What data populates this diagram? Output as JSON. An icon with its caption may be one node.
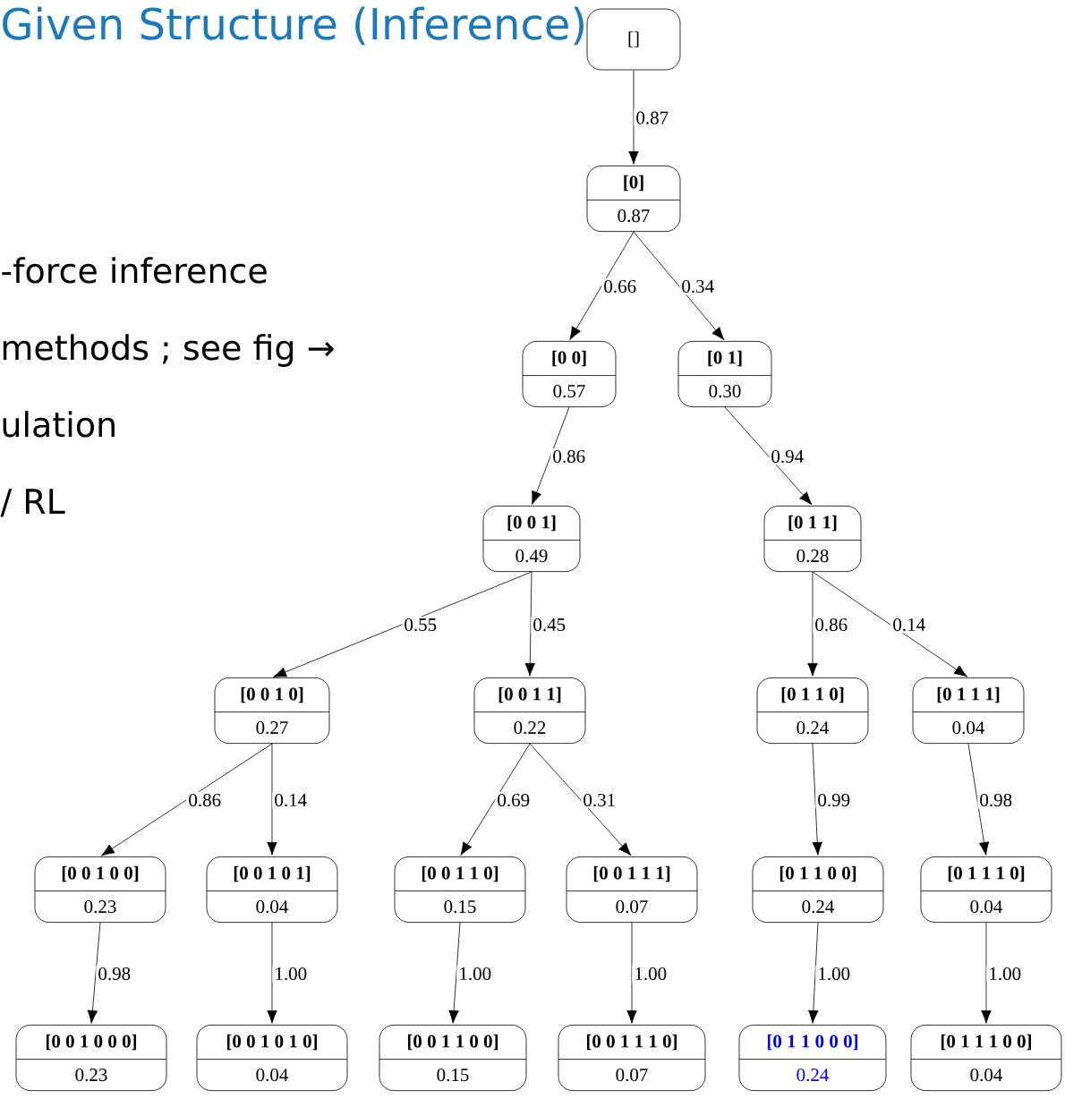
{
  "diagram": {
    "title": "Given Structure (Inference)",
    "nodes": [
      {
        "text": [
          "[]"
        ]
      },
      {
        "text": [
          "[0]",
          "0.87"
        ]
      },
      {
        "text": [
          "[0 0]",
          "0.57"
        ]
      },
      {
        "text": [
          "[0 1]",
          "0.30"
        ]
      },
      {
        "text": [
          "[0 0 1]",
          "0.49"
        ]
      },
      {
        "text": [
          "[0 1 1]",
          "0.28"
        ]
      },
      {
        "text": [
          "[0 0 1 0]",
          "0.27"
        ]
      },
      {
        "text": [
          "[0 0 1 1]",
          "0.22"
        ]
      },
      {
        "text": [
          "[0 1 1 0]",
          "0.24"
        ]
      },
      {
        "text": [
          "[0 1 1 1]",
          "0.04"
        ]
      },
      {
        "text": [
          "[0 0 1 0 0]",
          "0.23"
        ]
      },
      {
        "text": [
          "[0 0 1 0 1]",
          "0.04"
        ]
      },
      {
        "text": [
          "[0 0 1 1 0]",
          "0.15"
        ]
      },
      {
        "text": [
          "[0 0 1 1 1]",
          "0.07"
        ]
      },
      {
        "text": [
          "[0 1 1 0 0]",
          "0.24"
        ]
      },
      {
        "text": [
          "[0 1 1 1 0]",
          "0.04"
        ]
      },
      {
        "text": [
          "[0 0 1 0 0 0]",
          "0.23"
        ]
      },
      {
        "text": [
          "[0 0 1 0 1 0]",
          "0.04"
        ]
      },
      {
        "text": [
          "[0 0 1 1 0 0]",
          "0.15"
        ]
      },
      {
        "text": [
          "[0 0 1 1 1 0]",
          "0.07"
        ]
      },
      {
        "text": [
          "[0 1 1 0 0 0]",
          "0.24"
        ]
      },
      {
        "text": [
          "[0 1 1 1 0 0]",
          "0.04"
        ]
      }
    ],
    "edges": [
      {
        "from": 0,
        "to": 1,
        "arrow": "to",
        "label": "0.87"
      },
      {
        "from": 1,
        "to": 2,
        "arrow": "to",
        "label": "0.66"
      },
      {
        "from": 1,
        "to": 3,
        "arrow": "to",
        "label": "0.34"
      },
      {
        "from": 2,
        "to": 4,
        "arrow": "to",
        "label": "0.86"
      },
      {
        "from": 3,
        "to": 5,
        "arrow": "to",
        "label": "0.94"
      },
      {
        "from": 4,
        "to": 6,
        "arrow": "to",
        "label": "0.55"
      },
      {
        "from": 4,
        "to": 7,
        "arrow": "to",
        "label": "0.45"
      },
      {
        "from": 5,
        "to": 8,
        "arrow": "to",
        "label": "0.86"
      },
      {
        "from": 5,
        "to": 9,
        "arrow": "to",
        "label": "0.14"
      },
      {
        "from": 6,
        "to": 10,
        "arrow": "to",
        "label": "0.86"
      },
      {
        "from": 6,
        "to": 11,
        "arrow": "to",
        "label": "0.14"
      },
      {
        "from": 7,
        "to": 12,
        "arrow": "to",
        "label": "0.69"
      },
      {
        "from": 7,
        "to": 13,
        "arrow": "to",
        "label": "0.31"
      },
      {
        "from": 8,
        "to": 14,
        "arrow": "to",
        "label": "0.99"
      },
      {
        "from": 9,
        "to": 15,
        "arrow": "to",
        "label": "0.98"
      },
      {
        "from": 10,
        "to": 16,
        "arrow": "to",
        "label": "0.98"
      },
      {
        "from": 11,
        "to": 17,
        "arrow": "to",
        "label": "1.00"
      },
      {
        "from": 12,
        "to": 18,
        "arrow": "to",
        "label": "1.00"
      },
      {
        "from": 13,
        "to": 19,
        "arrow": "to",
        "label": "1.00"
      },
      {
        "from": 14,
        "to": 20,
        "arrow": "to",
        "label": "1.00"
      },
      {
        "from": 15,
        "to": 21,
        "arrow": "to",
        "label": "1.00"
      }
    ],
    "labels": [
      "-force inference",
      "methods ; see fig →",
      "ulation",
      "/ RL"
    ]
  }
}
